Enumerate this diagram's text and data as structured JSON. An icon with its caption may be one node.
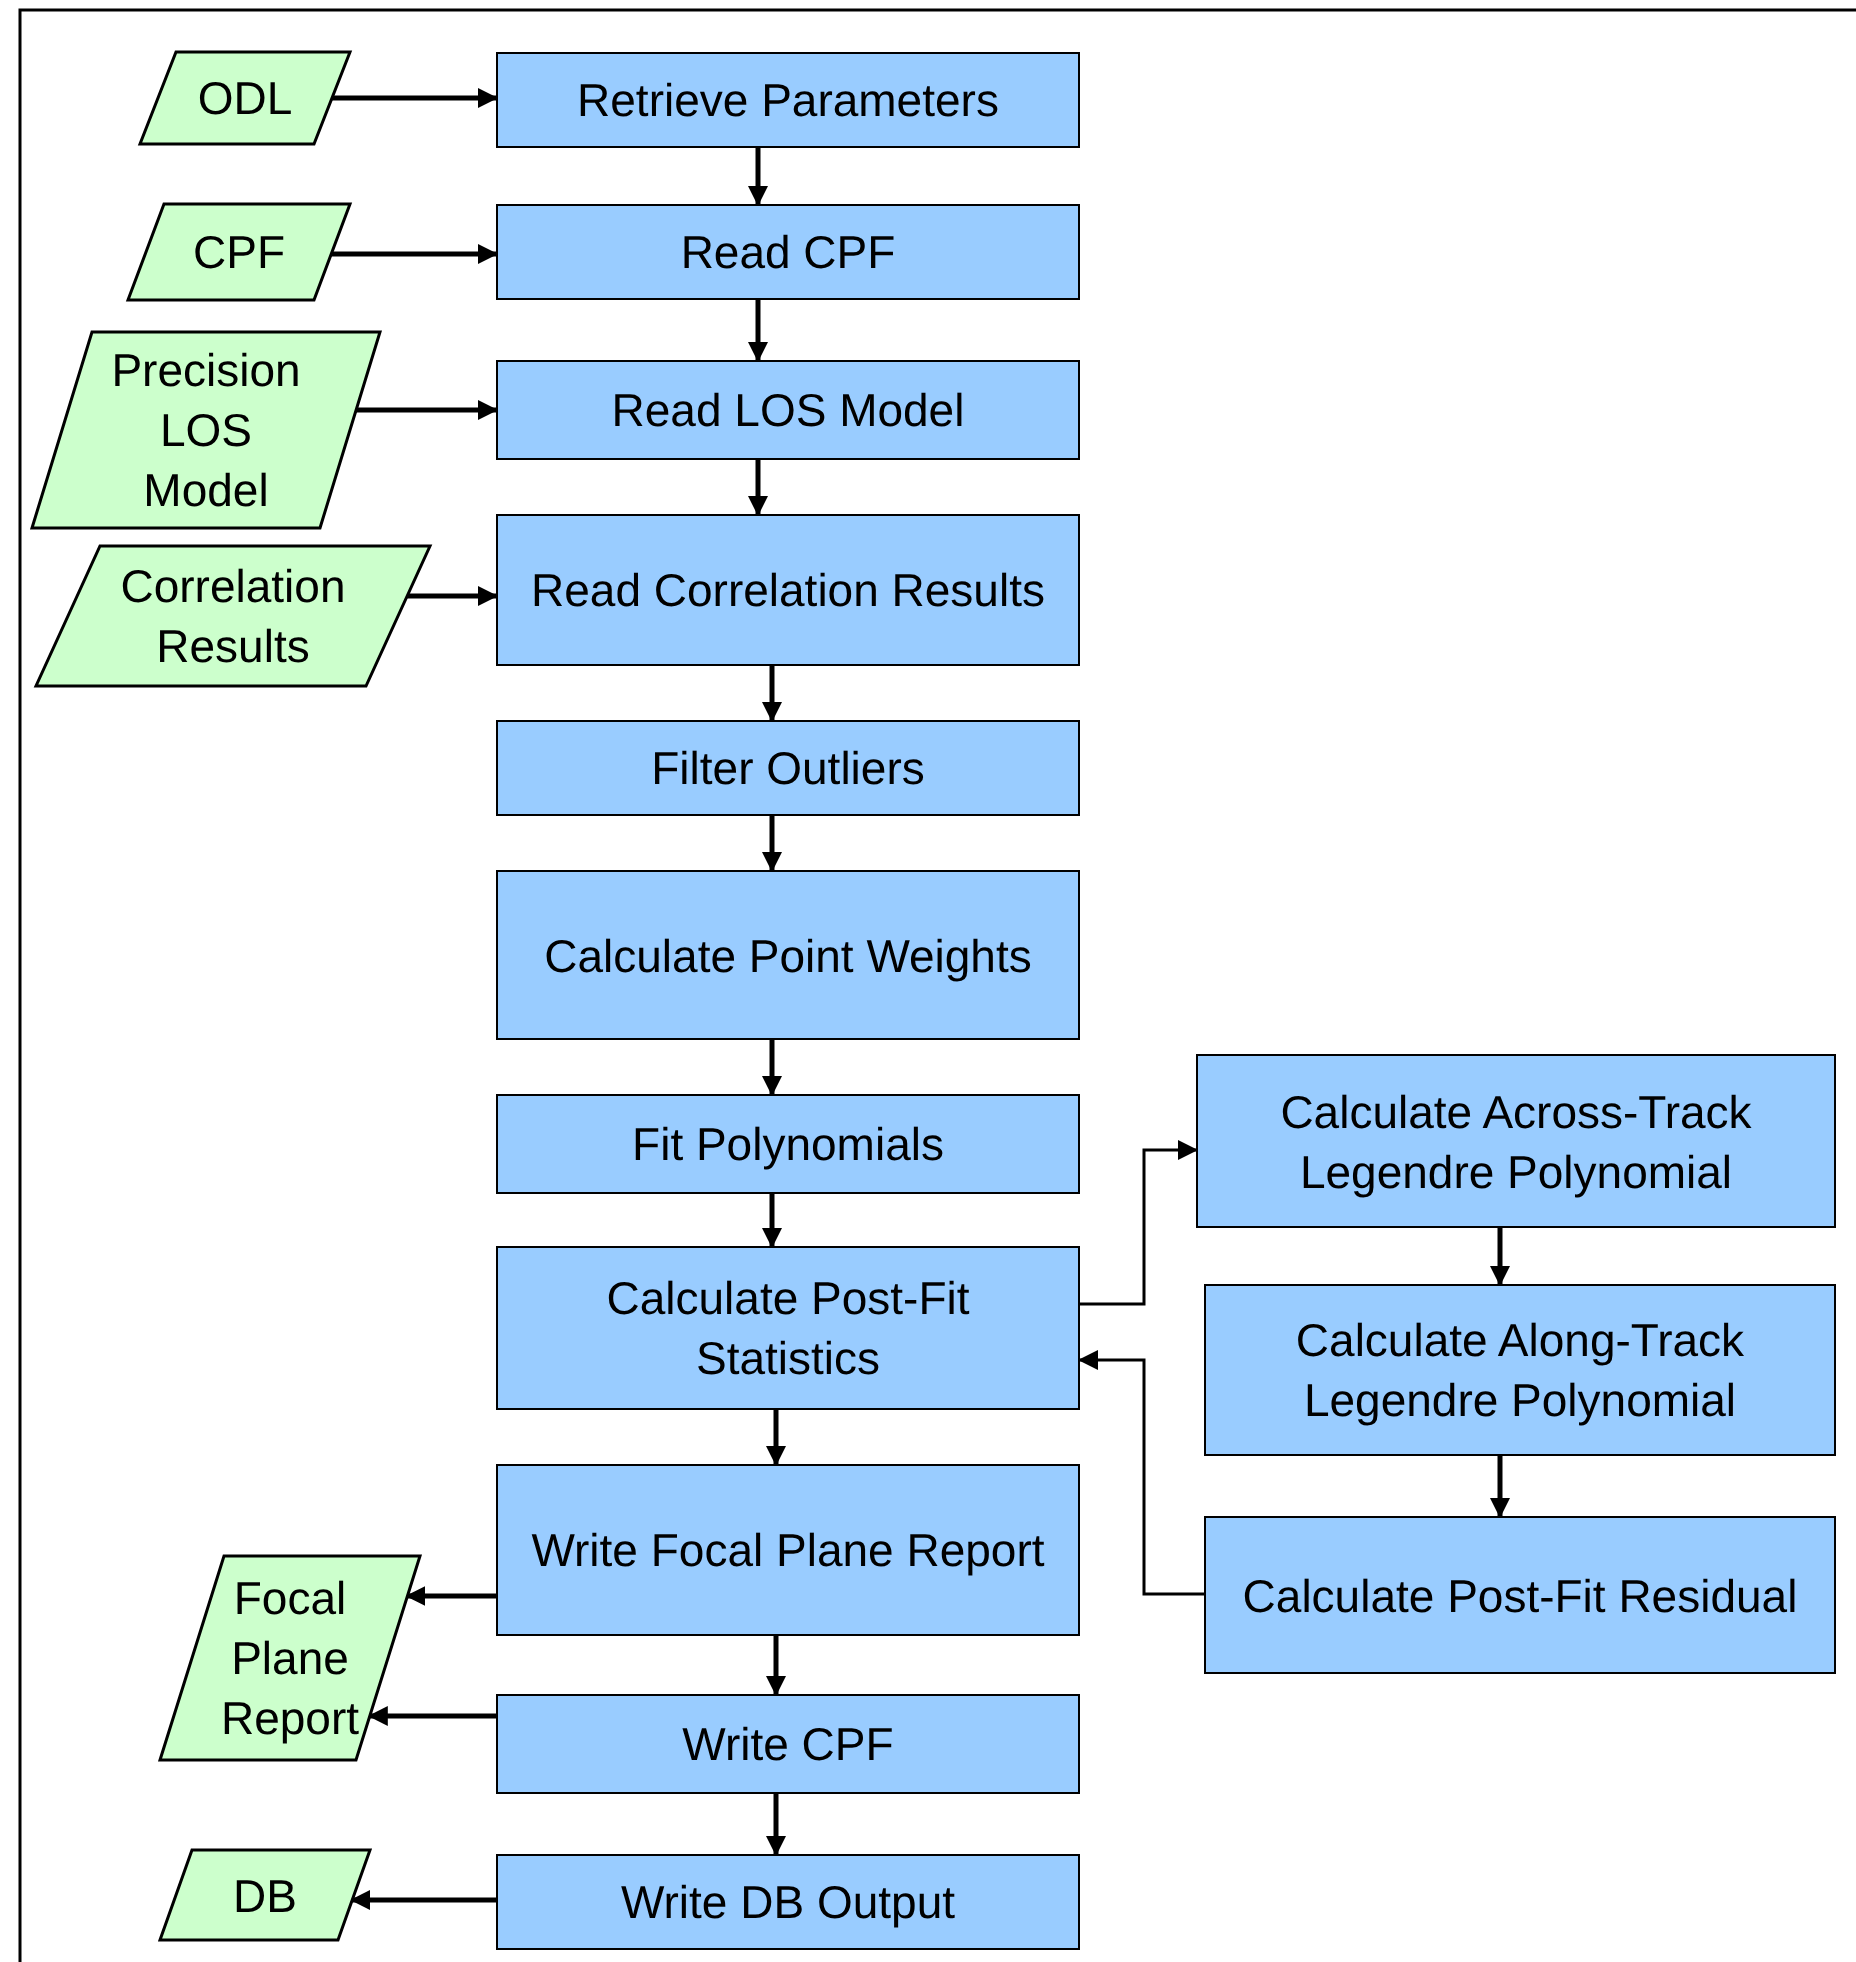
{
  "diagram": {
    "nodes": [
      {
        "text": [
          "ODL"
        ]
      },
      {
        "text": [
          "Retrieve Parameters"
        ]
      },
      {
        "text": [
          "CPF"
        ]
      },
      {
        "text": [
          "Read CPF"
        ]
      },
      {
        "text": [
          "Precision LOS Model"
        ]
      },
      {
        "text": [
          "Read LOS Model"
        ]
      },
      {
        "text": [
          "Correlation Results"
        ]
      },
      {
        "text": [
          "Read Correlation Results"
        ]
      },
      {
        "text": [
          "Filter Outliers"
        ]
      },
      {
        "text": [
          "Calculate Point Weights"
        ]
      },
      {
        "text": [
          "Fit Polynomials"
        ]
      },
      {
        "text": [
          "Calculate Across-Track Legendre Polynomial"
        ]
      },
      {
        "text": [
          "Calculate Post-Fit Statistics"
        ]
      },
      {
        "text": [
          "Calculate Along-Track Legendre Polynomial"
        ]
      },
      {
        "text": [
          "Calculate Post-Fit Residual"
        ]
      },
      {
        "text": [
          "Write Focal Plane Report"
        ]
      },
      {
        "text": [
          "Focal Plane Report"
        ]
      },
      {
        "text": [
          "Write CPF"
        ]
      },
      {
        "text": [
          "DB"
        ]
      },
      {
        "text": [
          "Write DB Output"
        ]
      }
    ],
    "edges": [
      {
        "from": 0,
        "to": 1,
        "arrow": "to"
      },
      {
        "from": 1,
        "to": 3,
        "arrow": "to"
      },
      {
        "from": 2,
        "to": 3,
        "arrow": "to"
      },
      {
        "from": 3,
        "to": 5,
        "arrow": "to"
      },
      {
        "from": 4,
        "to": 5,
        "arrow": "to"
      },
      {
        "from": 5,
        "to": 7,
        "arrow": "to"
      },
      {
        "from": 6,
        "to": 7,
        "arrow": "to"
      },
      {
        "from": 7,
        "to": 8,
        "arrow": "to"
      },
      {
        "from": 8,
        "to": 9,
        "arrow": "to"
      },
      {
        "from": 9,
        "to": 10,
        "arrow": "to"
      },
      {
        "from": 10,
        "to": 12,
        "arrow": "to"
      },
      {
        "from": 12,
        "to": 11,
        "arrow": "to"
      },
      {
        "from": 11,
        "to": 13,
        "arrow": "to"
      },
      {
        "from": 13,
        "to": 14,
        "arrow": "to"
      },
      {
        "from": 14,
        "to": 12,
        "arrow": "to"
      },
      {
        "from": 12,
        "to": 15,
        "arrow": "to"
      },
      {
        "from": 15,
        "to": 16,
        "arrow": "to"
      },
      {
        "from": 15,
        "to": 17,
        "arrow": "to"
      },
      {
        "from": 17,
        "to": 16,
        "arrow": "to"
      },
      {
        "from": 17,
        "to": 19,
        "arrow": "to"
      },
      {
        "from": 19,
        "to": 18,
        "arrow": "to"
      }
    ]
  }
}
